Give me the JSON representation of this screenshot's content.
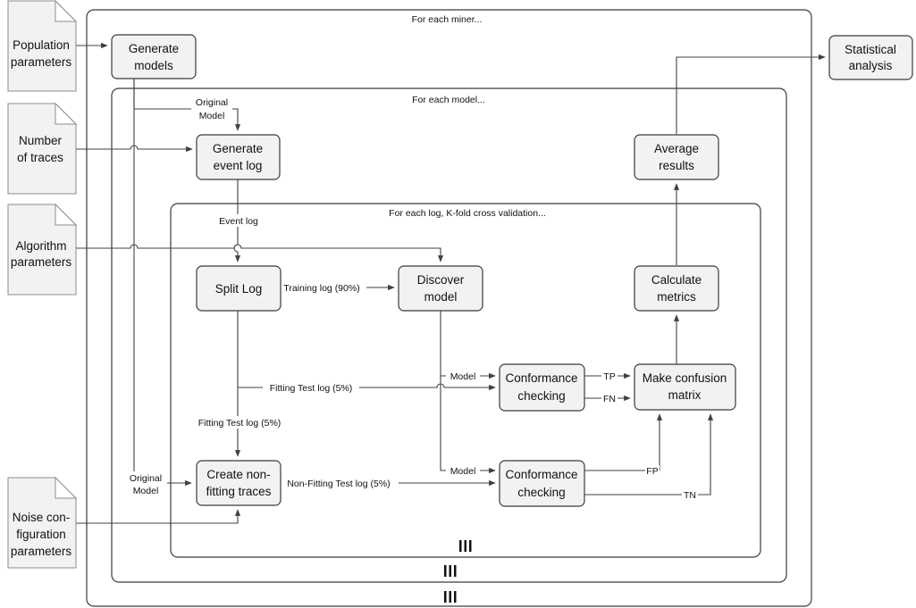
{
  "frames": {
    "miner": "For each miner...",
    "model": "For each model...",
    "log": "For each log, K-fold cross validation..."
  },
  "documents": {
    "population": [
      "Population",
      "parameters"
    ],
    "traces": [
      "Number",
      "of traces"
    ],
    "algorithm": [
      "Algorithm",
      "parameters"
    ],
    "noise": [
      "Noise con-",
      "figuration",
      "parameters"
    ]
  },
  "processes": {
    "generate_models": [
      "Generate",
      "models"
    ],
    "statistical_analysis": [
      "Statistical",
      "analysis"
    ],
    "generate_event_log": [
      "Generate",
      "event log"
    ],
    "average_results": [
      "Average",
      "results"
    ],
    "split_log": [
      "Split Log"
    ],
    "discover_model": [
      "Discover",
      "model"
    ],
    "calculate_metrics": [
      "Calculate",
      "metrics"
    ],
    "conformance_1": [
      "Conformance",
      "checking"
    ],
    "make_confusion_matrix": [
      "Make confusion",
      "matrix"
    ],
    "create_nonfitting": [
      "Create non-",
      "fitting traces"
    ],
    "conformance_2": [
      "Conformance",
      "checking"
    ]
  },
  "edge_labels": {
    "original_model_top": [
      "Original",
      "Model"
    ],
    "event_log": "Event log",
    "training_log": "Training log (90%)",
    "model_1": "Model",
    "model_2": "Model",
    "fitting_test_log_h": "Fitting Test log (5%)",
    "fitting_test_log_v": "Fitting Test log (5%)",
    "original_model_bottom": [
      "Original",
      "Model"
    ],
    "nonfitting_test_log": "Non-Fitting Test log (5%)",
    "tp": "TP",
    "fn": "FN",
    "fp": "FP",
    "tn": "TN"
  },
  "parallel_marker": "III"
}
